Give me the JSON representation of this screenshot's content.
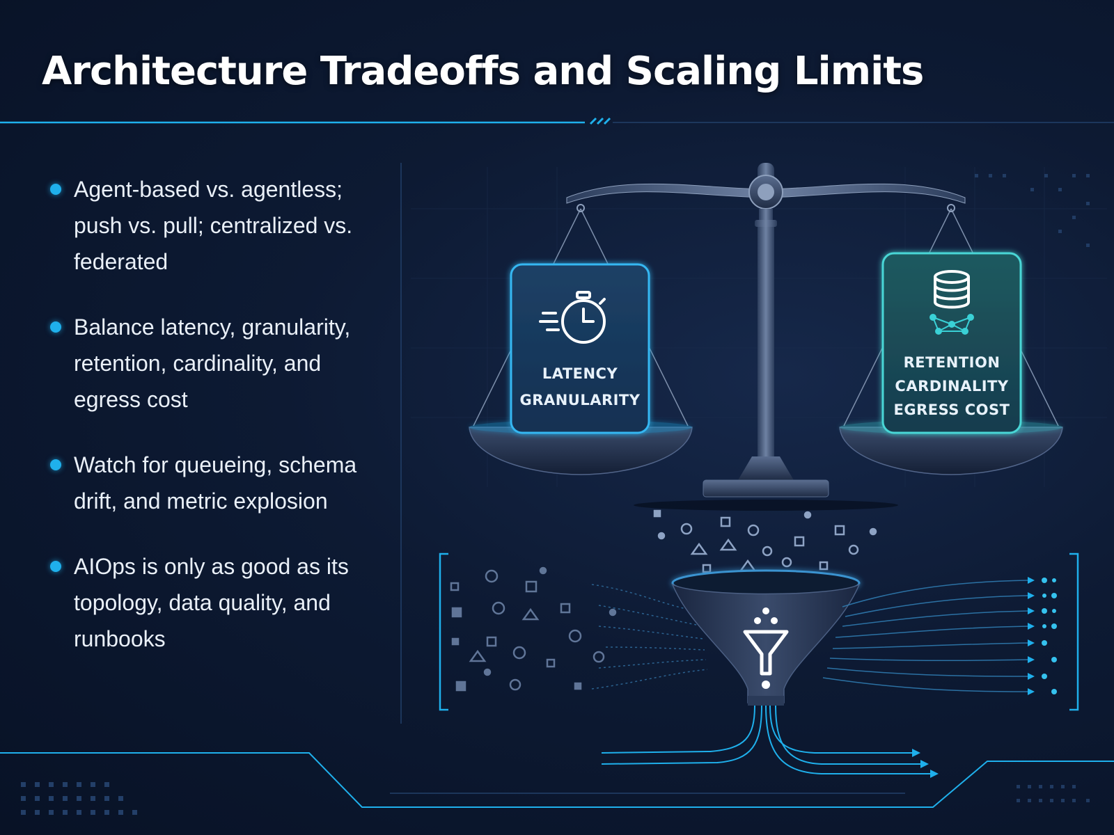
{
  "title": "Architecture Tradeoffs and Scaling Limits",
  "bullets": [
    "Agent-based vs. agentless; push vs. pull; centralized vs. federated",
    "Balance latency, granularity, retention, cardinality, and egress cost",
    "Watch for queueing, schema drift, and metric explosion",
    "AIOps is only as good as its topology, data quality, and runbooks"
  ],
  "scale": {
    "left_card": {
      "icon": "stopwatch-icon",
      "lines": [
        "LATENCY",
        "GRANULARITY"
      ]
    },
    "right_card": {
      "icon": "database-network-icon",
      "lines": [
        "RETENTION",
        "CARDINALITY",
        "EGRESS COST"
      ]
    }
  },
  "funnel": {
    "icon": "filter-icon"
  },
  "colors": {
    "background": "#0d1a33",
    "accent": "#1fb0ec",
    "teal": "#3ad1d6",
    "text": "#ffffff"
  }
}
